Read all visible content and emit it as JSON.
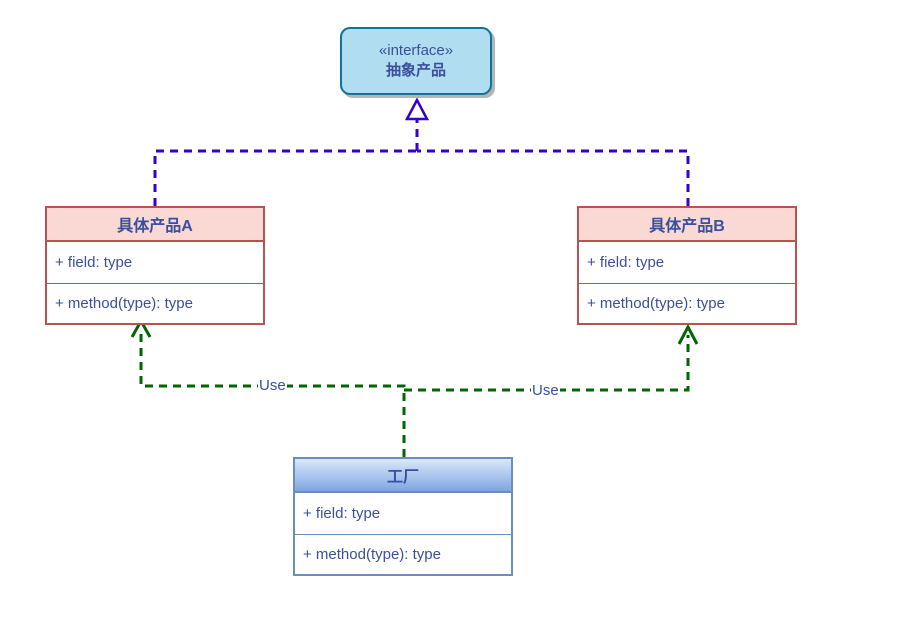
{
  "interface_box": {
    "stereotype": "«interface»",
    "name": "抽象产品"
  },
  "product_a": {
    "title": "具体产品A",
    "field": "+ field: type",
    "method": "+ method(type): type"
  },
  "product_b": {
    "title": "具体产品B",
    "field": "+ field: type",
    "method": "+ method(type): type"
  },
  "factory": {
    "title": "工厂",
    "field": "+ field: type",
    "method": "+ method(type): type"
  },
  "relations": [
    {
      "from": "具体产品A",
      "to": "抽象产品",
      "kind": "realization"
    },
    {
      "from": "具体产品B",
      "to": "抽象产品",
      "kind": "realization"
    },
    {
      "from": "工厂",
      "to": "具体产品A",
      "kind": "dependency",
      "label": "Use"
    },
    {
      "from": "工厂",
      "to": "具体产品B",
      "kind": "dependency",
      "label": "Use"
    }
  ],
  "colors": {
    "realization_line": "#3300cc",
    "dependency_line": "#006600",
    "text": "#3a4f9e",
    "interface_fill": "#b1ddf0",
    "interface_stroke": "#10739e",
    "product_fill": "#fad9d5",
    "product_stroke": "#b85450",
    "factory_stroke": "#6c8ebf"
  }
}
